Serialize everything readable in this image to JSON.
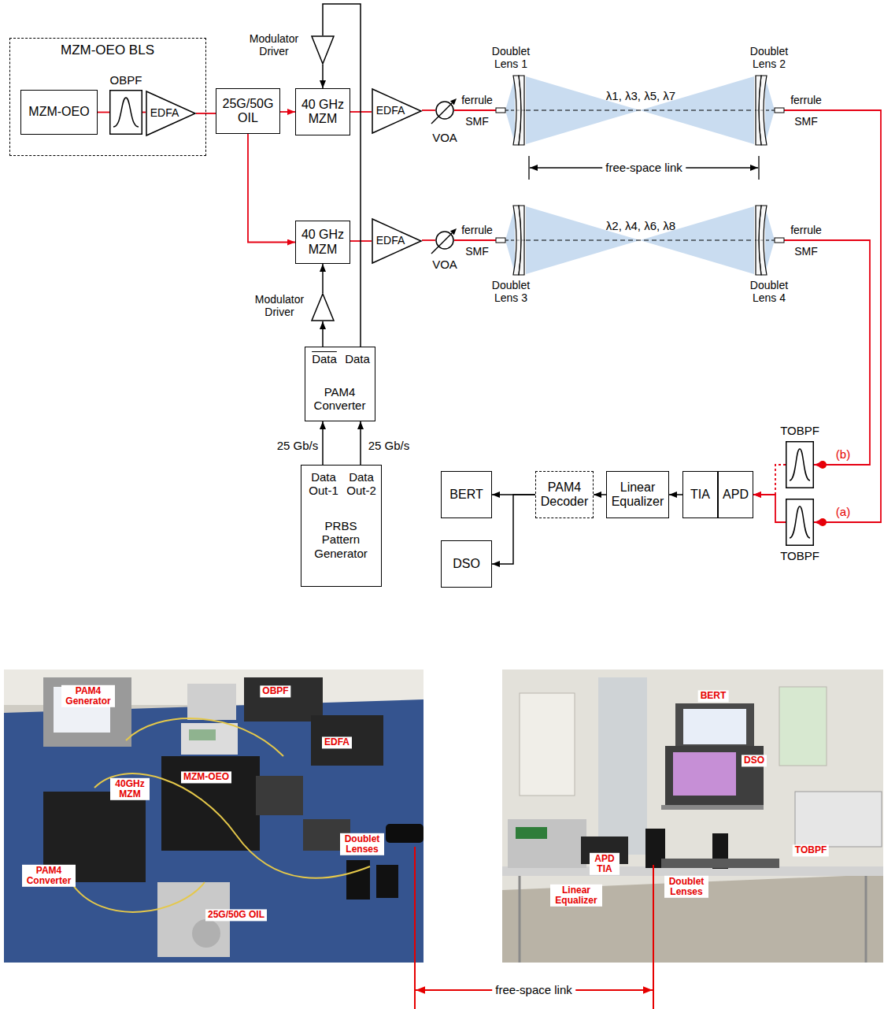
{
  "diagram": {
    "nodes": [
      {
        "text": [
          "MZM-OEO BLS"
        ]
      },
      {
        "text": [
          "MZM-OEO"
        ],
        "in": 0
      },
      {
        "text": [
          "OBPF"
        ],
        "in": 0
      },
      {
        "text": [
          "EDFA"
        ],
        "in": 0
      },
      {
        "text": [
          "25G/50G OIL"
        ]
      },
      {
        "text": [
          "Modulator Driver"
        ]
      },
      {
        "text": [
          "40 GHz MZM"
        ]
      },
      {
        "text": [
          "EDFA"
        ]
      },
      {
        "text": [
          "VOA"
        ]
      },
      {
        "text": [
          "Doublet Lens 1"
        ]
      },
      {
        "text": [
          "Doublet Lens 2"
        ]
      },
      {
        "text": [
          "40 GHz MZM"
        ]
      },
      {
        "text": [
          "EDFA"
        ]
      },
      {
        "text": [
          "VOA"
        ]
      },
      {
        "text": [
          "Doublet Lens 3"
        ]
      },
      {
        "text": [
          "Doublet Lens 4"
        ]
      },
      {
        "text": [
          "Modulator Driver"
        ]
      },
      {
        "text": [
          "Data",
          "Data",
          "PAM4 Converter"
        ]
      },
      {
        "text": [
          "Data Out-1",
          "Data Out-2",
          "PRBS Pattern Generator"
        ]
      },
      {
        "text": [
          "TOBPF"
        ]
      },
      {
        "text": [
          "TOBPF"
        ]
      },
      {
        "text": [
          "APD"
        ]
      },
      {
        "text": [
          "TIA"
        ]
      },
      {
        "text": [
          "Linear Equalizer"
        ]
      },
      {
        "text": [
          "PAM4 Decoder"
        ]
      },
      {
        "text": [
          "BERT"
        ]
      },
      {
        "text": [
          "DSO"
        ]
      }
    ],
    "edges": [
      {
        "from": 1,
        "to": 2,
        "arrow": "none"
      },
      {
        "from": 2,
        "to": 3,
        "arrow": "none"
      },
      {
        "from": 3,
        "to": 4,
        "arrow": "none"
      },
      {
        "from": 4,
        "to": 6,
        "arrow": "to"
      },
      {
        "from": 4,
        "to": 11,
        "arrow": "to"
      },
      {
        "from": 5,
        "to": 6,
        "arrow": "to"
      },
      {
        "from": 6,
        "to": 7,
        "arrow": "none"
      },
      {
        "from": 7,
        "to": 8,
        "arrow": "none"
      },
      {
        "from": 8,
        "to": 9,
        "arrow": "none"
      },
      {
        "from": 9,
        "to": 10,
        "arrow": "none",
        "label": "λ1, λ3, λ5, λ7"
      },
      {
        "from": 11,
        "to": 12,
        "arrow": "none"
      },
      {
        "from": 12,
        "to": 13,
        "arrow": "none"
      },
      {
        "from": 13,
        "to": 14,
        "arrow": "none"
      },
      {
        "from": 14,
        "to": 15,
        "arrow": "none",
        "label": "λ2, λ4, λ6, λ8"
      },
      {
        "from": 16,
        "to": 11,
        "arrow": "to"
      },
      {
        "from": 17,
        "to": 16,
        "arrow": "to"
      },
      {
        "from": 17,
        "to": 5,
        "arrow": "none"
      },
      {
        "from": 18,
        "to": 17,
        "arrow": "to",
        "label": "25 Gb/s"
      },
      {
        "from": 18,
        "to": 17,
        "arrow": "to",
        "label": "25 Gb/s"
      },
      {
        "from": 10,
        "to": 20,
        "arrow": "to"
      },
      {
        "from": 15,
        "to": 19,
        "arrow": "to"
      },
      {
        "from": 19,
        "to": 21,
        "arrow": "to"
      },
      {
        "from": 20,
        "to": 21,
        "arrow": "to"
      },
      {
        "from": 22,
        "to": 23,
        "arrow": "to"
      },
      {
        "from": 23,
        "to": 24,
        "arrow": "to"
      },
      {
        "from": 24,
        "to": 25,
        "arrow": "to"
      },
      {
        "from": 24,
        "to": 26,
        "arrow": "to"
      }
    ],
    "labels": [
      "ferrule",
      "SMF",
      "ferrule",
      "SMF",
      "free-space link",
      "ferrule",
      "SMF",
      "ferrule",
      "SMF",
      "(b)",
      "(a)",
      "PAM4 Generator",
      "OBPF",
      "EDFA",
      "40GHz MZM",
      "MZM-OEO",
      "Doublet Lenses",
      "PAM4 Converter",
      "25G/50G OIL",
      "BERT",
      "DSO",
      "APD TIA",
      "TOBPF",
      "Linear Equalizer",
      "Doublet Lenses",
      "free-space link"
    ]
  }
}
